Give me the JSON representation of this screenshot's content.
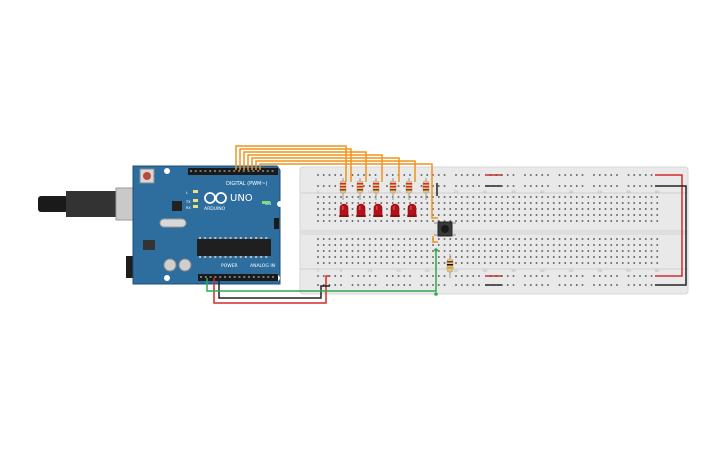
{
  "board": {
    "logo": "UNO",
    "brand": "ARDUINO",
    "digital_label": "DIGITAL (PWM~)",
    "power_label": "POWER",
    "analog_label": "ANALOG IN",
    "on_label": "ON",
    "tx_label": "TX",
    "rx_label": "RX",
    "l_label": "L"
  },
  "breadboard": {
    "column_numbers": [
      "1",
      "5",
      "10",
      "15",
      "20",
      "25",
      "30",
      "35",
      "40",
      "45",
      "50",
      "55",
      "60"
    ]
  },
  "colors": {
    "board": "#2e6e9e",
    "breadboard": "#e8e8e8",
    "wire_orange": "#f0931e",
    "wire_red": "#d42a2a",
    "wire_black": "#222222",
    "wire_green": "#2fa84f",
    "led": "#b3121a"
  },
  "components": {
    "leds": 5,
    "resistors": 6,
    "buttons": 1
  }
}
